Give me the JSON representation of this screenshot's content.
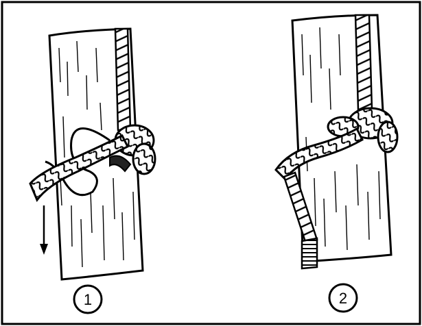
{
  "figure": {
    "panels": [
      {
        "id": "panel-1",
        "step_label": "1"
      },
      {
        "id": "panel-2",
        "step_label": "2"
      }
    ]
  },
  "colors": {
    "ink": "#000000",
    "paper": "#ffffff"
  },
  "icons": {
    "direction": "down-arrow-icon"
  }
}
